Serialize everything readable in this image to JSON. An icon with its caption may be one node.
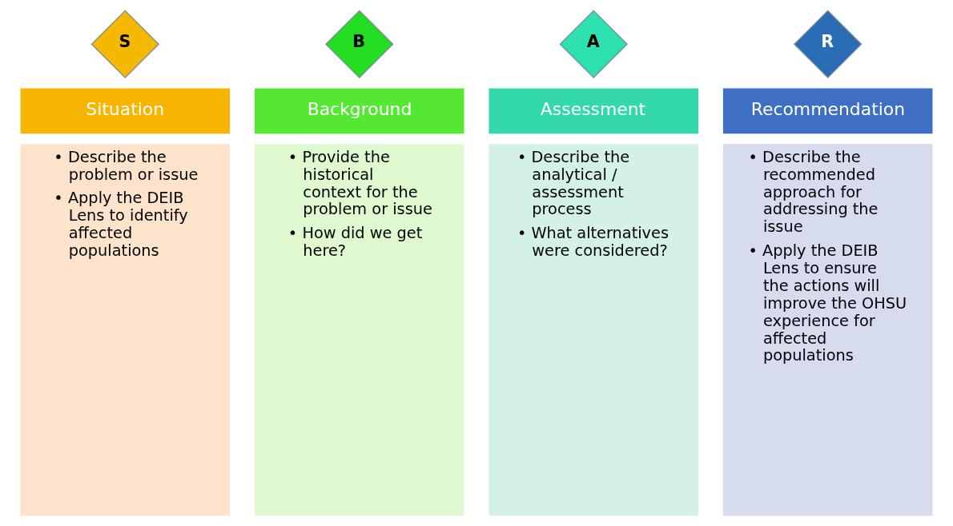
{
  "diagram": {
    "nodes": [
      {
        "text": [
          "S"
        ]
      },
      {
        "text": [
          "Situation"
        ]
      },
      {
        "text": [
          "• Describe the problem or issue",
          "• Apply the DEIB Lens to identify affected populations"
        ]
      },
      {
        "text": [
          "B"
        ]
      },
      {
        "text": [
          "Background"
        ]
      },
      {
        "text": [
          "• Provide the historical context for the problem or issue",
          "• How did we get here?"
        ]
      },
      {
        "text": [
          "A"
        ]
      },
      {
        "text": [
          "Assessment"
        ]
      },
      {
        "text": [
          "• Describe the analytical / assessment process",
          "• What alternatives were considered?"
        ]
      },
      {
        "text": [
          "R"
        ]
      },
      {
        "text": [
          "Recommendation"
        ]
      },
      {
        "text": [
          "• Describe the recommended approach for addressing the issue",
          "• Apply the DEIB Lens to ensure the actions will improve the OHSU experience for affected populations"
        ]
      }
    ]
  }
}
